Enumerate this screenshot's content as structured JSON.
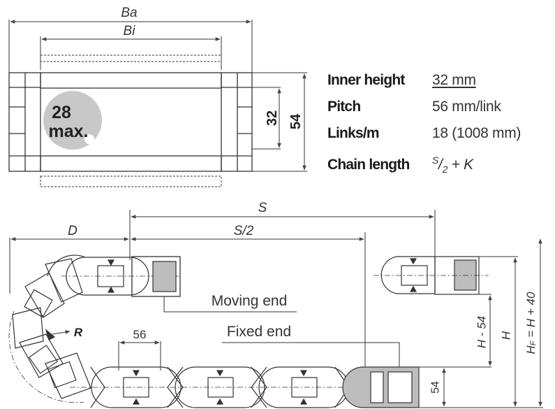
{
  "cross_section": {
    "label_outer_width": "Ba",
    "label_inner_width": "Bi",
    "label_inner_height": "32",
    "label_outer_height": "54",
    "badge_line1": "28",
    "badge_line2": "max."
  },
  "specs": [
    {
      "label": "Inner height",
      "value": "32 mm"
    },
    {
      "label": "Pitch",
      "value": "56 mm/link"
    },
    {
      "label": "Links/m",
      "value": "18 (1008 mm)"
    },
    {
      "label": "Chain length",
      "formula_num": "S",
      "formula_den": "2",
      "formula_tail": "+ K"
    }
  ],
  "side_view": {
    "label_travel": "S",
    "label_half_travel": "S/2",
    "label_d": "D",
    "label_radius": "R",
    "label_pitch": "56",
    "label_moving_end": "Moving end",
    "label_fixed_end": "Fixed end",
    "label_height_chain": "54",
    "label_h_minus": "H - 54",
    "label_h": "H",
    "label_hf_main": "H",
    "label_hf_sub": "F",
    "label_hf_tail": " = H + 40"
  },
  "colors": {
    "line": "#333333",
    "dim": "#555555",
    "bracket_fill": "#bdbdbd",
    "badge_fill": "#c8c8c8"
  }
}
